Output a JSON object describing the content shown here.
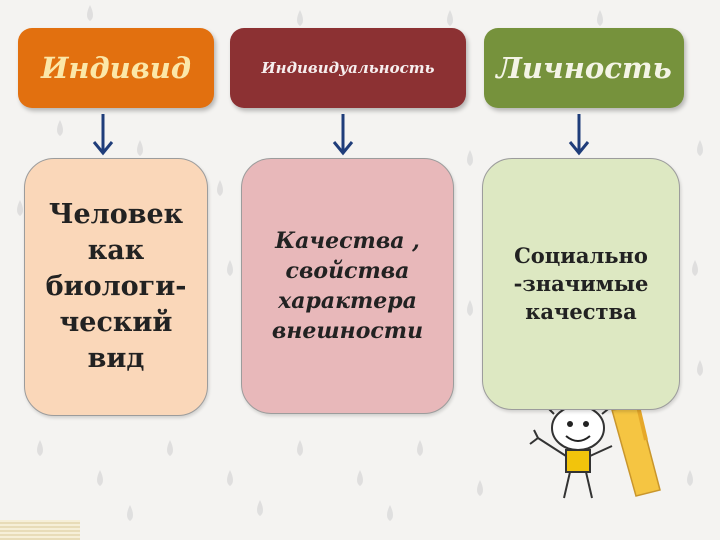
{
  "headers": [
    "Индивид",
    "Индивидуальность",
    "Личность"
  ],
  "cards": [
    "Человек\nкак\nбиологи-\nческий\nвид",
    "Качества ,\nсвойства\nхарактера\nвнешности",
    "Социально\n-значимые\nкачества"
  ],
  "colors": {
    "header_individ": "#e2700f",
    "header_individualnost": "#8c3133",
    "header_lichnost": "#76923c",
    "card_individ": "#fad7b9",
    "card_individualnost": "#e8b8ba",
    "card_lichnost": "#dde8c2",
    "arrow": "#1f3d7a"
  },
  "icons": [
    "arrow-down-icon",
    "cartoon-kid-with-pencil"
  ]
}
